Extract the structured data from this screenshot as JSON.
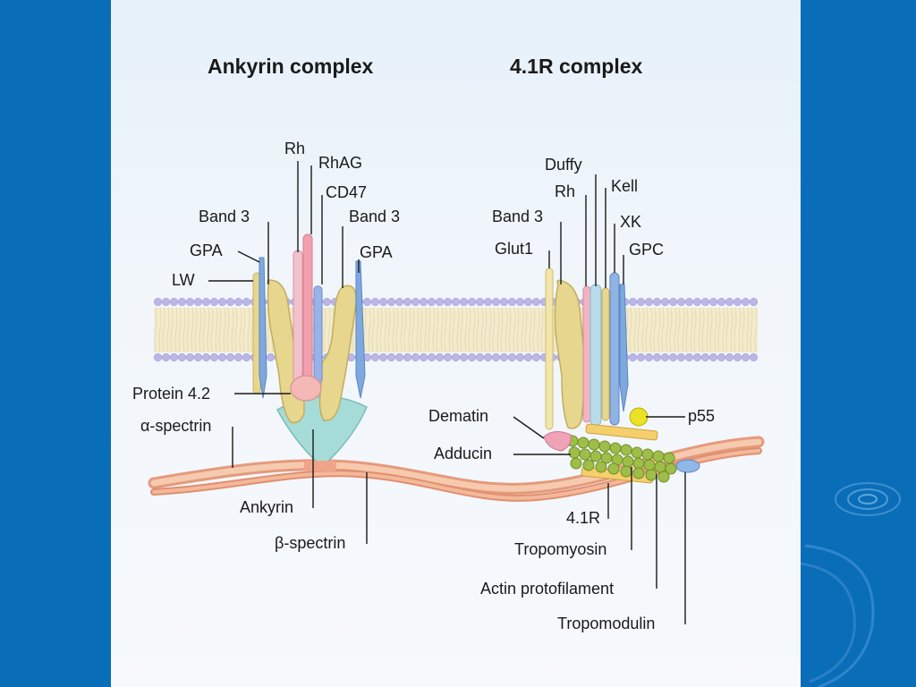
{
  "titles": {
    "left": "Ankyrin complex",
    "right": "4.1R complex"
  },
  "labels": {
    "rh_left": "Rh",
    "rhag": "RhAG",
    "cd47": "CD47",
    "band3_left_a": "Band 3",
    "band3_left_b": "Band 3",
    "gpa_left_a": "GPA",
    "gpa_left_b": "GPA",
    "lw": "LW",
    "protein42": "Protein 4.2",
    "alpha_spectrin": "α-spectrin",
    "ankyrin": "Ankyrin",
    "beta_spectrin": "β-spectrin",
    "duffy": "Duffy",
    "rh_right": "Rh",
    "kell": "Kell",
    "band3_right": "Band 3",
    "xk": "XK",
    "glut1": "Glut1",
    "gpc": "GPC",
    "dematin": "Dematin",
    "p55": "p55",
    "adducin": "Adducin",
    "r41": "4.1R",
    "tropomyosin": "Tropomyosin",
    "actin_protofilament": "Actin protofilament",
    "tropomodulin": "Tropomodulin"
  },
  "colors": {
    "background": "#0a6db8",
    "slide": "#eef4fa",
    "membrane_heads": "#bcb6e6",
    "membrane_tails": "#f1e8c8",
    "band3": "#e6d68e",
    "gpa": "#7fa8de",
    "rh": "#f2b4c2",
    "rhag": "#f08ea0",
    "cd47": "#9bb2e8",
    "ankyrin": "#9ad6d2",
    "protein42": "#f4b2b0",
    "spectrin": "#f3b89a",
    "actin": "#9fbe48",
    "tropomyosin_rod": "#f4cf6c",
    "p55": "#e8e020",
    "dematin": "#f0a2b8",
    "tropomodulin": "#8fb8e6"
  }
}
